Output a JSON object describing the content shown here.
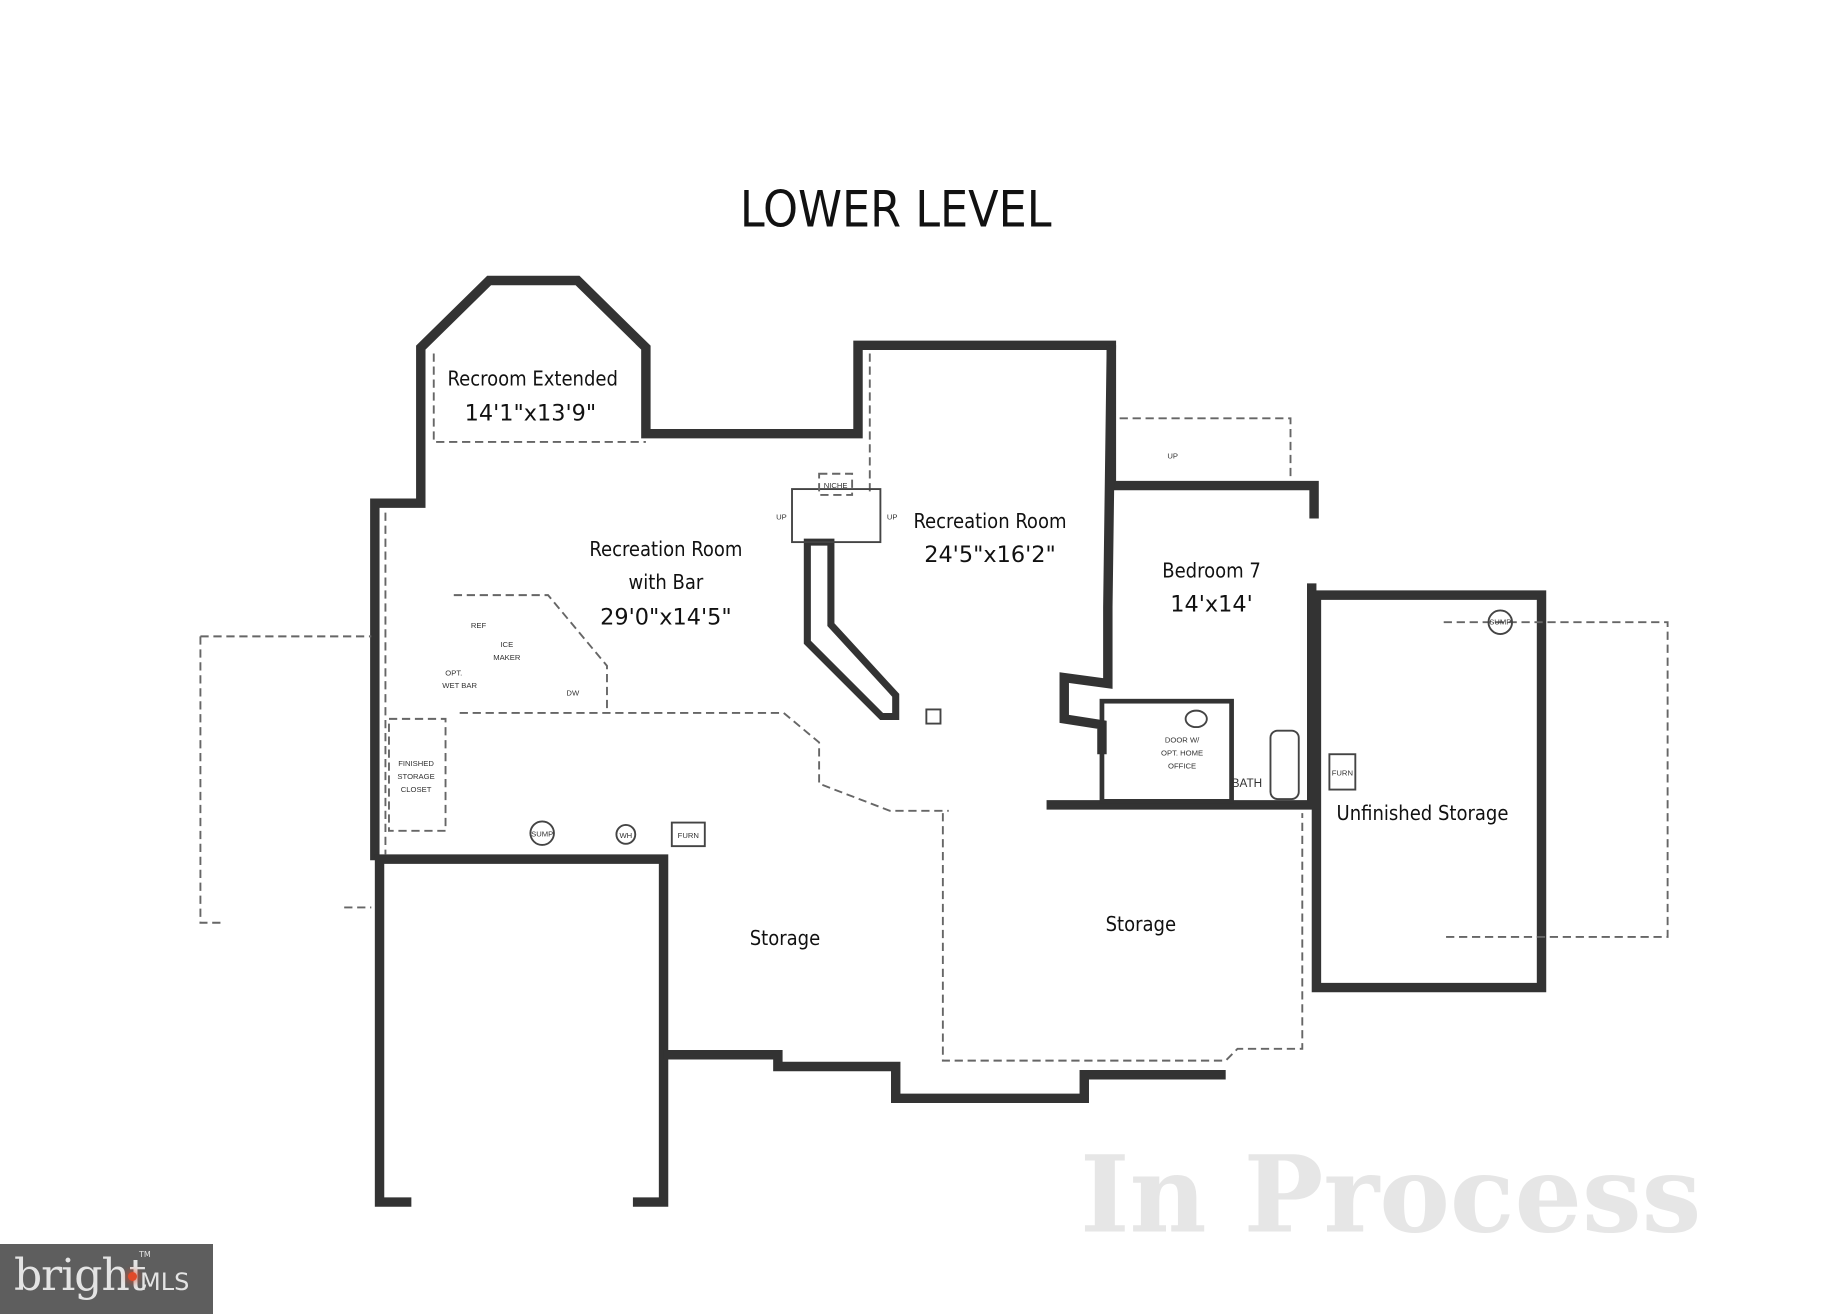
{
  "title": "LOWER LEVEL",
  "watermark": "In Process",
  "rooms": {
    "recroom_extended": {
      "name": "Recroom Extended",
      "size": "14'1\"x13'9\""
    },
    "rec_room_bar": {
      "name": "Recreation Room",
      "name2": "with Bar",
      "size": "29'0\"x14'5\""
    },
    "rec_room": {
      "name": "Recreation Room",
      "size": "24'5\"x16'2\""
    },
    "bedroom7": {
      "name": "Bedroom 7",
      "size": "14'x14'"
    },
    "unfinished_storage": {
      "name": "Unfinished Storage"
    },
    "storage_left": {
      "name": "Storage"
    },
    "storage_right": {
      "name": "Storage"
    }
  },
  "labels": {
    "niche": "NICHE",
    "up": "UP",
    "ref": "REF",
    "ice": "ICE",
    "maker": "MAKER",
    "opt": "OPT.",
    "wet_bar": "WET BAR",
    "dw": "DW",
    "finished": "FINISHED",
    "storage": "STORAGE",
    "closet": "CLOSET",
    "sump": "SUMP",
    "wh": "WH",
    "furn": "FURN",
    "door_w": "DOOR W/",
    "opt_home": "OPT. HOME",
    "office": "OFFICE",
    "bath": "BATH"
  },
  "logo": {
    "brand": "bright",
    "suffix": "MLS",
    "tm": "TM",
    "accent": "#e04a2a"
  }
}
